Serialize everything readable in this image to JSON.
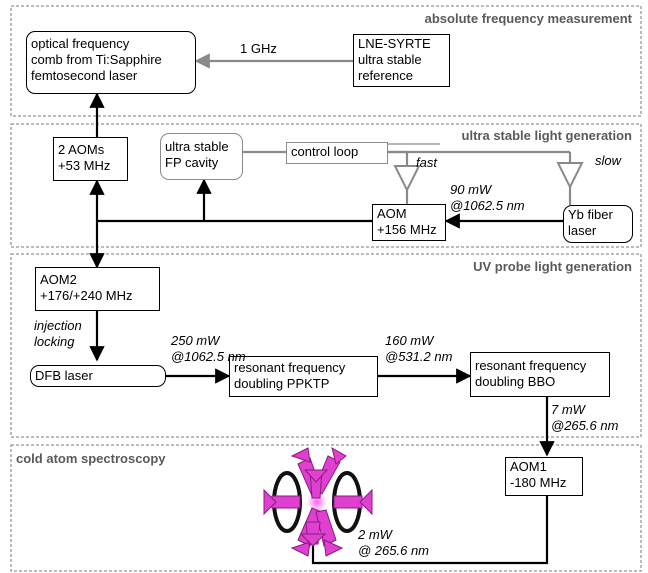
{
  "sections": {
    "absolute": {
      "title": "absolute frequency measurement"
    },
    "ultra": {
      "title": "ultra stable light generation"
    },
    "uv": {
      "title": "UV probe light generation"
    },
    "cold": {
      "title": "cold atom spectroscopy"
    }
  },
  "boxes": {
    "comb": "optical frequency\ncomb from Ti:Sapphire\nfemtosecond laser",
    "lne": "LNE-SYRTE\nultra stable\nreference",
    "aoms2": "2 AOMs\n+53 MHz",
    "fp": "ultra stable\nFP cavity",
    "control": "control loop",
    "aom156": "AOM\n+156 MHz",
    "yb": "Yb fiber\nlaser",
    "aom2": "AOM2\n+176/+240 MHz",
    "dfb": "DFB laser",
    "ppktp": "resonant frequency\ndoubling PPKTP",
    "bbo": "resonant frequency\ndoubling BBO",
    "aom1": "AOM1\n-180 MHz"
  },
  "labels": {
    "ghz": "1 GHz",
    "fast": "fast",
    "slow": "slow",
    "p90": "90 mW\n@1062.5 nm",
    "injection": "injection\nlocking",
    "p250": "250 mW\n@1062.5 nm",
    "p160": "160 mW\n@531.2 nm",
    "p7": "7 mW\n@265.6 nm",
    "p2": "2 mW\n@ 265.6 nm"
  },
  "colors": {
    "black": "#000000",
    "gray": "#8a8a8a",
    "section_border": "#777777",
    "magenta": "#e040d0",
    "magenta_dark": "#8a1a80"
  }
}
